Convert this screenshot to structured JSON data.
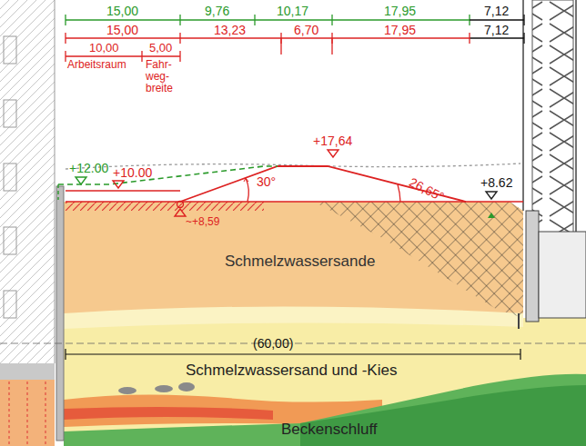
{
  "diagram": {
    "nodes": [
      {
        "text": [
          "Schmelzwassersande"
        ]
      },
      {
        "text": [
          "Schmelzwassersand und -Kies"
        ]
      },
      {
        "text": [
          "Beckenschluff"
        ]
      }
    ],
    "labels": [
      "15,00",
      "9,76",
      "10,17",
      "17,95",
      "7,12",
      "15,00",
      "13,23",
      "6,70",
      "17,95",
      "7,12",
      "10,00",
      "5,00",
      "Arbeitsraum",
      "Fahr- weg- breite",
      "+17,64",
      "+12.00",
      "+10.00",
      "30°",
      "26,65°",
      "+8.62",
      "~+8,59",
      "(60,00)"
    ]
  }
}
